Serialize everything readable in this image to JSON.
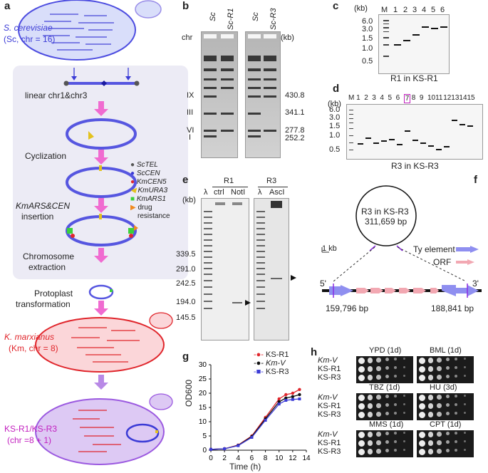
{
  "panel_labels": {
    "a": "a",
    "b": "b",
    "c": "c",
    "d": "d",
    "e": "e",
    "f": "f",
    "g": "g",
    "h": "h"
  },
  "panel_a": {
    "top_cell_species": "S. cerevisiae",
    "top_cell_chr": "(Sc, chr = 16)",
    "step1": "linear chr1&chr3",
    "step2": "Cyclization",
    "step3_a": "KmARS&CEN",
    "step3_b": "insertion",
    "step4_a": "Chromosome",
    "step4_b": "extraction",
    "step5_a": "Protoplast",
    "step5_b": "transformation",
    "km_species": "K. marxianus",
    "km_chr": "(Km, chr = 8)",
    "final_name": "KS-R1/KS-R3",
    "final_chr": "(chr =8 + 1)",
    "legend": [
      {
        "label": "ScTEL",
        "color": "#555555"
      },
      {
        "label": "ScCEN",
        "color": "#3b3bd6"
      },
      {
        "label": "KmCEN5",
        "color": "#e0262c"
      },
      {
        "label": "KmURA3",
        "color": "#e3c21e"
      },
      {
        "label": "KmARS1",
        "color": "#3bd13b"
      },
      {
        "label": "drug",
        "color": "#f08a1e"
      },
      {
        "label": "resistance",
        "color": ""
      }
    ]
  },
  "panel_b": {
    "lanes": [
      "Sc",
      "Sc-R1",
      "Sc",
      "Sc-R3"
    ],
    "chr_label": "chr",
    "unit": "(kb)",
    "chromosomes": [
      "IX",
      "III",
      "VI",
      "I"
    ],
    "sizes": [
      "430.8",
      "341.1",
      "277.8",
      "252.2"
    ]
  },
  "panel_c": {
    "unit": "(kb)",
    "lanes": [
      "M",
      "1",
      "2",
      "3",
      "4",
      "5",
      "6"
    ],
    "ladder": [
      "6.0",
      "3.0",
      "1.5",
      "1.0",
      "0.5"
    ],
    "caption": "R1 in KS-R1"
  },
  "panel_d": {
    "unit": "(kb)",
    "lanes": [
      "M",
      "1",
      "2",
      "3",
      "4",
      "5",
      "6",
      "7",
      "8",
      "9",
      "10",
      "11",
      "12",
      "13",
      "14",
      "15"
    ],
    "highlight": "7",
    "ladder": [
      "6.0",
      "3.0",
      "1.5",
      "1.0",
      "0.5"
    ],
    "caption": "R3 in KS-R3"
  },
  "panel_e": {
    "unit": "(kb)",
    "group1": "R1",
    "group2": "R3",
    "lanes": [
      "λ",
      "ctrl",
      "NotI",
      "λ",
      "AscI"
    ],
    "ladder": [
      "339.5",
      "291.0",
      "242.5",
      "194.0",
      "145.5"
    ]
  },
  "panel_f": {
    "circle_line1": "R3 in KS-R3",
    "circle_line2": "311,659 bp",
    "scale": "1 kb",
    "legend_ty": "Ty element",
    "legend_orf": "ORF",
    "end5": "5'",
    "end3": "3'",
    "left_pos": "159,796 bp",
    "right_pos": "188,841 bp"
  },
  "panel_g": {
    "legend": [
      {
        "name": "KS-R1",
        "color": "#e0262c"
      },
      {
        "name": "Km-V",
        "color": "#111111"
      },
      {
        "name": "KS-R3",
        "color": "#3b3bd6"
      }
    ],
    "ylabel": "OD600",
    "xlabel": "Time (h)",
    "yticks": [
      "0",
      "5",
      "10",
      "15",
      "20",
      "25",
      "30"
    ],
    "xticks": [
      "0",
      "2",
      "4",
      "6",
      "8",
      "10",
      "12",
      "14"
    ]
  },
  "panel_h": {
    "conditions": [
      "YPD (1d)",
      "BML (1d)",
      "TBZ (1d)",
      "HU (3d)",
      "MMS (1d)",
      "CPT (1d)"
    ],
    "strains": [
      "Km-V",
      "KS-R1",
      "KS-R3"
    ]
  },
  "chart_data": {
    "type": "line",
    "xlabel": "Time (h)",
    "ylabel": "OD600",
    "xlim": [
      0,
      14
    ],
    "ylim": [
      0,
      30
    ],
    "x": [
      0,
      2,
      4,
      6,
      8,
      10,
      11,
      12,
      13
    ],
    "series": [
      {
        "name": "KS-R1",
        "color": "#e0262c",
        "values": [
          0.3,
          0.5,
          1.8,
          5.0,
          11.5,
          18.0,
          19.5,
          20.0,
          21.3
        ]
      },
      {
        "name": "Km-V",
        "color": "#111111",
        "values": [
          0.3,
          0.5,
          1.7,
          4.8,
          11.0,
          17.0,
          18.3,
          18.8,
          19.5
        ]
      },
      {
        "name": "KS-R3",
        "color": "#3b3bd6",
        "values": [
          0.3,
          0.5,
          1.6,
          4.5,
          10.5,
          16.2,
          17.5,
          17.8,
          18.0
        ]
      }
    ]
  }
}
